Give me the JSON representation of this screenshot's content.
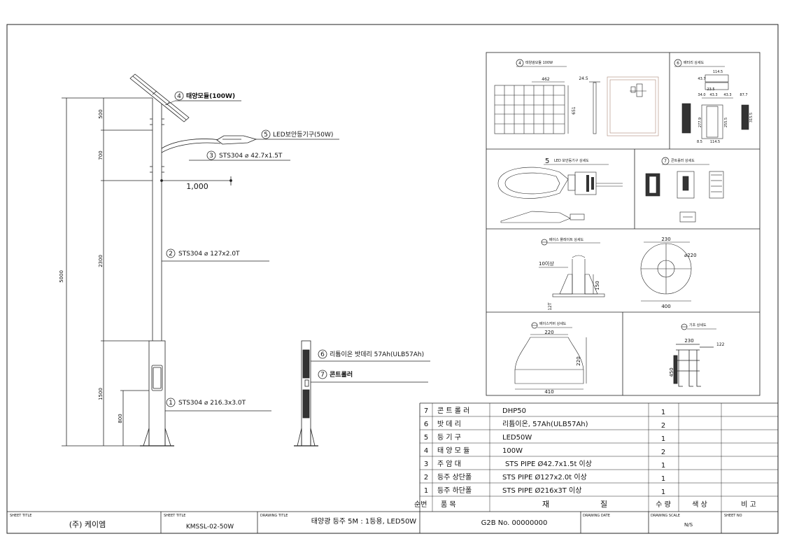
{
  "callouts": {
    "c4": {
      "num": "4",
      "text": "태양모듈(100W)"
    },
    "c5": {
      "num": "5",
      "text": "LED보안등기구(50W)"
    },
    "c3": {
      "num": "3",
      "text": "STS304 ⌀ 42.7x1.5T"
    },
    "c2": {
      "num": "2",
      "text": "STS304 ⌀ 127x2.0T"
    },
    "c1": {
      "num": "1",
      "text": "STS304 ⌀ 216.3x3.0T"
    },
    "c6": {
      "num": "6",
      "text": "리튬이온 밧데리 57Ah(ULB57Ah)"
    },
    "c7": {
      "num": "7",
      "text": "콘트롤러"
    }
  },
  "dims": {
    "total": "5000",
    "d500": "500",
    "d700": "700",
    "d2300": "2300",
    "d1500": "1500",
    "d800": "800",
    "arm": "1,000"
  },
  "details": {
    "solar": {
      "num": "4",
      "title": "태양광모듈 100W",
      "w": "462",
      "h": "651",
      "t": "24.5"
    },
    "battery": {
      "num": "6",
      "title": "배터리 상세도",
      "a": "114.5",
      "b": "43.7",
      "c": "23.5",
      "d": "34.0",
      "e": "43.3",
      "f": "43.3",
      "g": "87.7",
      "h": "277.9",
      "i": "255.5",
      "j": "315.5",
      "k": "8.5",
      "l": "114.5"
    },
    "led": {
      "num": "5",
      "title": "LED 보안등기구 상세도"
    },
    "controller": {
      "num": "7",
      "title": "콘트롤러 상세도"
    },
    "baseplate": {
      "title": "베이스 플레이트 상세도",
      "thk": "10이상",
      "h": "150",
      "t": "12T",
      "d230": "230",
      "d220": "⌀220",
      "d400": "400"
    },
    "basecover": {
      "title": "베이스커버 상세도",
      "top": "220",
      "h": "220",
      "bottom": "410"
    },
    "foundation": {
      "title": "기초 상세도",
      "w": "230",
      "d": "122",
      "h": "450"
    }
  },
  "bom": {
    "rows": [
      {
        "no": "7",
        "name": "콘 트 롤 러",
        "spec": "DHP50",
        "qty": "1",
        "color": "",
        "note": ""
      },
      {
        "no": "6",
        "name": "밧   데   리",
        "spec": "리튬이온, 57Ah(ULB57Ah)",
        "qty": "2",
        "color": "",
        "note": ""
      },
      {
        "no": "5",
        "name": "등   기   구",
        "spec": "LED50W",
        "qty": "1",
        "color": "",
        "note": ""
      },
      {
        "no": "4",
        "name": "태 양 모 듈",
        "spec": "100W",
        "qty": "2",
        "color": "",
        "note": ""
      },
      {
        "no": "3",
        "name": "주   암   대",
        "spec": "STS PIPE Ø42.7x1.5t 이상",
        "qty": "1",
        "color": "",
        "note": ""
      },
      {
        "no": "2",
        "name": "등주 상단폴",
        "spec": "STS PIPE Ø127x2.0t 이상",
        "qty": "1",
        "color": "",
        "note": ""
      },
      {
        "no": "1",
        "name": "등주 하단폴",
        "spec": "STS PIPE Ø216x3T 이상",
        "qty": "1",
        "color": "",
        "note": ""
      }
    ],
    "header": {
      "no": "순번",
      "name": "품      목",
      "spec_a": "재",
      "spec_b": "질",
      "qty": "수 량",
      "color": "색     상",
      "note": "비        고"
    }
  },
  "titleblock": {
    "sheet_title_label": "SHEET TITLE",
    "company": "(주) 케이엠",
    "sheet_title_label2": "SHEET TITLE",
    "code": "KMSSL-02-50W",
    "drawing_title_label": "DRAWING TITLE",
    "drawing_title": "태양광 등주 5M : 1등용, LED50W",
    "g2b": "G2B No. 00000000",
    "drawing_date_label": "DRAWING DATE",
    "drawing_scale_label": "DRAWING SCALE",
    "scale": "N/S",
    "sheet_no_label": "SHEET NO"
  }
}
